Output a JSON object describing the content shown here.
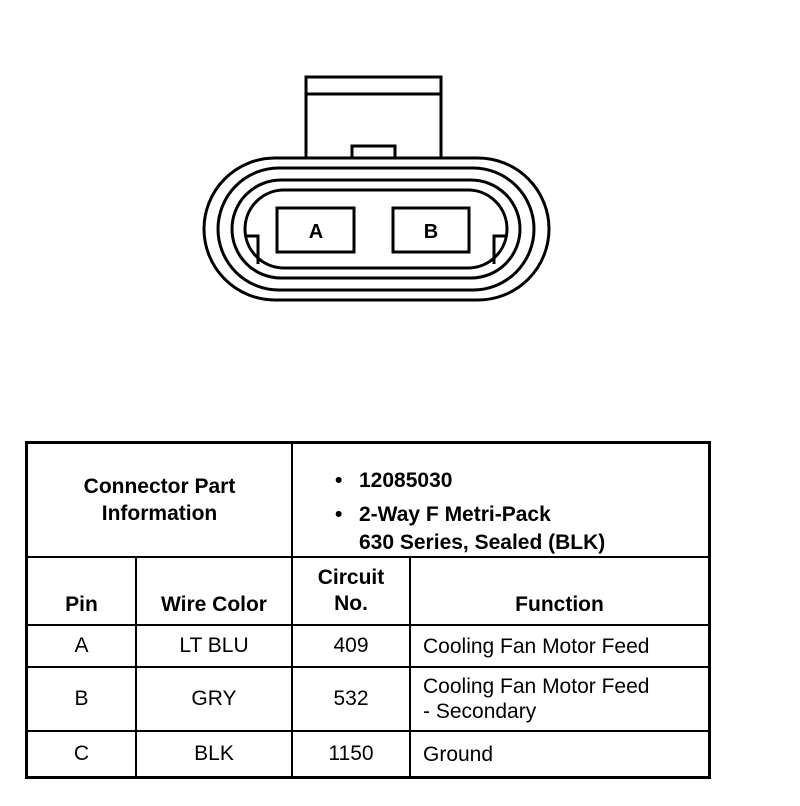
{
  "connector": {
    "cavity_a": "A",
    "cavity_b": "B"
  },
  "part_info": {
    "label_line1": "Connector Part",
    "label_line2": "Information",
    "bullet": "•",
    "part_number": "12085030",
    "description_line1": "2-Way F Metri-Pack",
    "description_line2": "630 Series, Sealed (BLK)"
  },
  "columns": {
    "pin": "Pin",
    "wire_color": "Wire Color",
    "circuit_line1": "Circuit",
    "circuit_line2": "No.",
    "function": "Function"
  },
  "rows": [
    {
      "pin": "A",
      "wire_color": "LT BLU",
      "circuit": "409",
      "function_line1": "Cooling Fan Motor Feed",
      "function_line2": ""
    },
    {
      "pin": "B",
      "wire_color": "GRY",
      "circuit": "532",
      "function_line1": "Cooling Fan Motor Feed",
      "function_line2": "- Secondary"
    },
    {
      "pin": "C",
      "wire_color": "BLK",
      "circuit": "1150",
      "function_line1": "Ground",
      "function_line2": ""
    }
  ]
}
